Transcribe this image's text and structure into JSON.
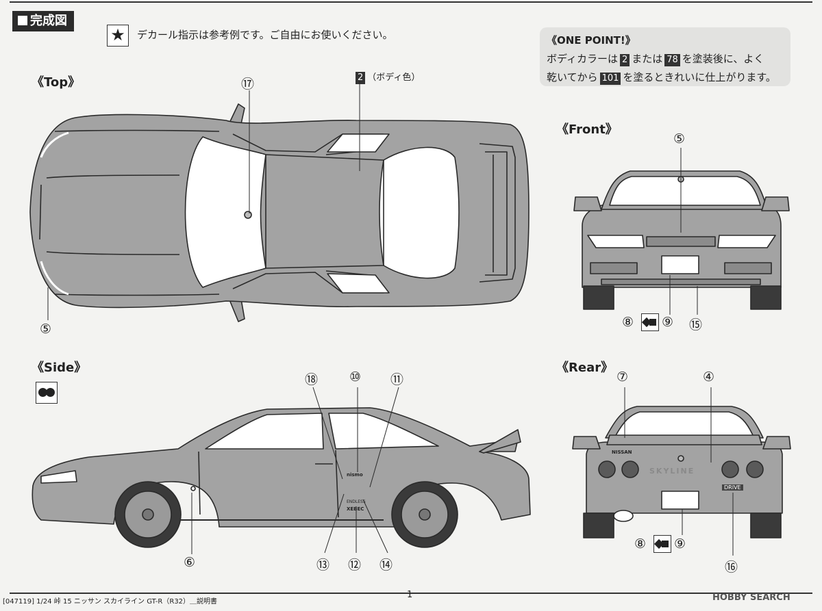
{
  "header": {
    "title": "完成図",
    "decal_note": "デカール指示は参考例です。ご自由にお使いください。"
  },
  "one_point": {
    "heading": "《ONE POINT!》",
    "line1_a": "ボディカラーは",
    "code_a": "2",
    "line1_b": "または",
    "code_b": "78",
    "line1_c": "を塗装後に、よく",
    "line2_a": "乾いてから",
    "code_c": "101",
    "line2_b": "を塗るときれいに仕上がります。"
  },
  "views": {
    "top": "《Top》",
    "front": "《Front》",
    "side": "《Side》",
    "rear": "《Rear》"
  },
  "body_color": {
    "code": "2",
    "label": "（ボディ色）"
  },
  "callouts": {
    "c17": "⑰",
    "c5_top": "⑤",
    "c5_front": "⑤",
    "c8_front": "⑧",
    "c9_front": "⑨",
    "c15": "⑮",
    "c18": "⑱",
    "c10": "⑩",
    "c11": "⑪",
    "c6": "⑥",
    "c13": "⑬",
    "c12": "⑫",
    "c14": "⑭",
    "c7": "⑦",
    "c4": "④",
    "c8_rear": "⑧",
    "c9_rear": "⑨",
    "c16": "⑯"
  },
  "car_labels": {
    "nissan": "NISSAN",
    "skyline": "SKYLINE",
    "nismo": "nismo",
    "endless": "ENDLESS",
    "xebec": "XEBEC",
    "drive": "DRIVE"
  },
  "footer": {
    "left": "[047119] 1/24 峠 15 ニッサン スカイライン GT-R（R32）＿説明書",
    "page": "1",
    "watermark": "HOBBY SEARCH"
  },
  "colors": {
    "body": "#a3a3a3",
    "ink": "#2a2a2a",
    "glass": "#ffffff",
    "tire": "#3a3a3a"
  }
}
